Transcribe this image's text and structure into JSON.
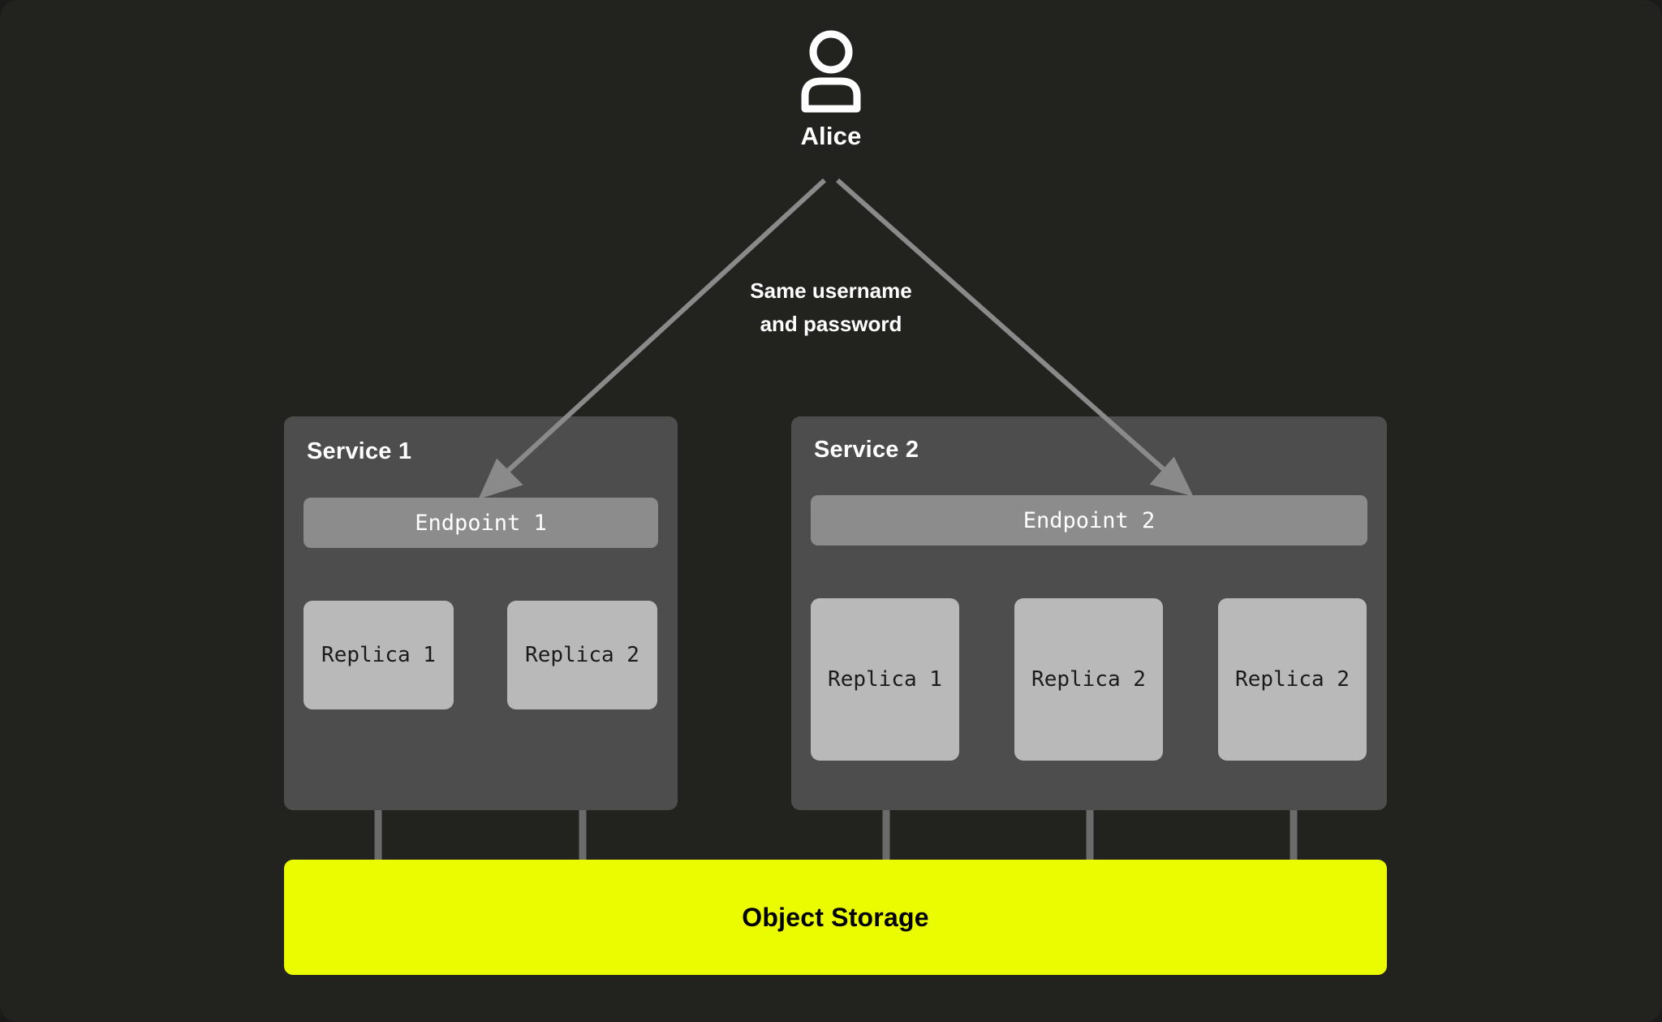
{
  "theme": {
    "background": "#22221e",
    "service_box": "#4d4d4d",
    "endpoint_bar": "#8c8c8c",
    "replica_box": "#b9b9b9",
    "storage_accent": "#ebfb00",
    "connector_line": "#6b6b6b",
    "arrow": "#8a8a8a",
    "text_light": "#ffffff",
    "text_dark": "#1b1b1b"
  },
  "actor": {
    "icon": "person-icon",
    "name": "Alice"
  },
  "connection_caption": {
    "line1": "Same username",
    "line2": "and password"
  },
  "services": [
    {
      "id": "service-1",
      "title": "Service 1",
      "endpoint": "Endpoint 1",
      "replicas": [
        "Replica 1",
        "Replica 2"
      ]
    },
    {
      "id": "service-2",
      "title": "Service 2",
      "endpoint": "Endpoint 2",
      "replicas": [
        "Replica 1",
        "Replica 2",
        "Replica 2"
      ]
    }
  ],
  "storage": {
    "label": "Object Storage"
  }
}
